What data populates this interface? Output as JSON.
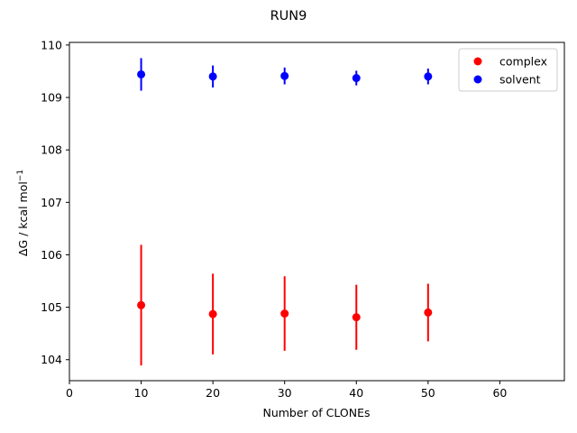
{
  "chart_data": {
    "type": "scatter",
    "title": "RUN9",
    "xlabel": "Number of CLONEs",
    "ylabel_main": "ΔG / kcal mol",
    "ylabel_sup": "−1",
    "xlim": [
      0,
      69
    ],
    "ylim": [
      103.6,
      110.05
    ],
    "xticks": [
      "0",
      "10",
      "20",
      "30",
      "40",
      "50",
      "60"
    ],
    "yticks": [
      "104",
      "105",
      "106",
      "107",
      "108",
      "109",
      "110"
    ],
    "grid": false,
    "legend_position": "top-right",
    "series": [
      {
        "name": "complex",
        "color": "#ff0000",
        "x": [
          10,
          20,
          30,
          40,
          50
        ],
        "y": [
          105.04,
          104.87,
          104.88,
          104.81,
          104.9
        ],
        "err": [
          1.15,
          0.77,
          0.71,
          0.62,
          0.55
        ]
      },
      {
        "name": "solvent",
        "color": "#0000ff",
        "x": [
          10,
          20,
          30,
          40,
          50
        ],
        "y": [
          109.44,
          109.4,
          109.41,
          109.37,
          109.4
        ],
        "err": [
          0.31,
          0.21,
          0.16,
          0.14,
          0.15
        ]
      }
    ]
  }
}
